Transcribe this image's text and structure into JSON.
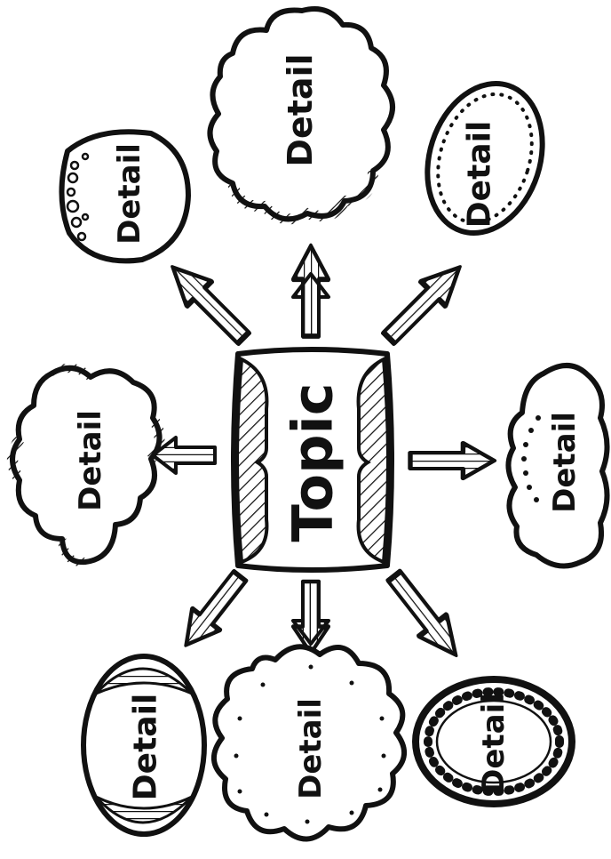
{
  "diagram": {
    "center": {
      "label": "Topic"
    },
    "nodes": [
      {
        "id": "top-center",
        "label": "Detail",
        "shape": "cloud"
      },
      {
        "id": "top-right",
        "label": "Detail",
        "shape": "dotted-oval"
      },
      {
        "id": "top-left",
        "label": "Detail",
        "shape": "oval-with-circles"
      },
      {
        "id": "mid-left",
        "label": "Detail",
        "shape": "striped-cloud"
      },
      {
        "id": "mid-right",
        "label": "Detail",
        "shape": "dotted-cloud"
      },
      {
        "id": "bottom-left",
        "label": "Detail",
        "shape": "banded-oval"
      },
      {
        "id": "bottom-center",
        "label": "Detail",
        "shape": "flower"
      },
      {
        "id": "bottom-right",
        "label": "Detail",
        "shape": "scalloped-oval"
      }
    ],
    "colors": {
      "ink": "#111111",
      "paper": "#ffffff"
    }
  }
}
